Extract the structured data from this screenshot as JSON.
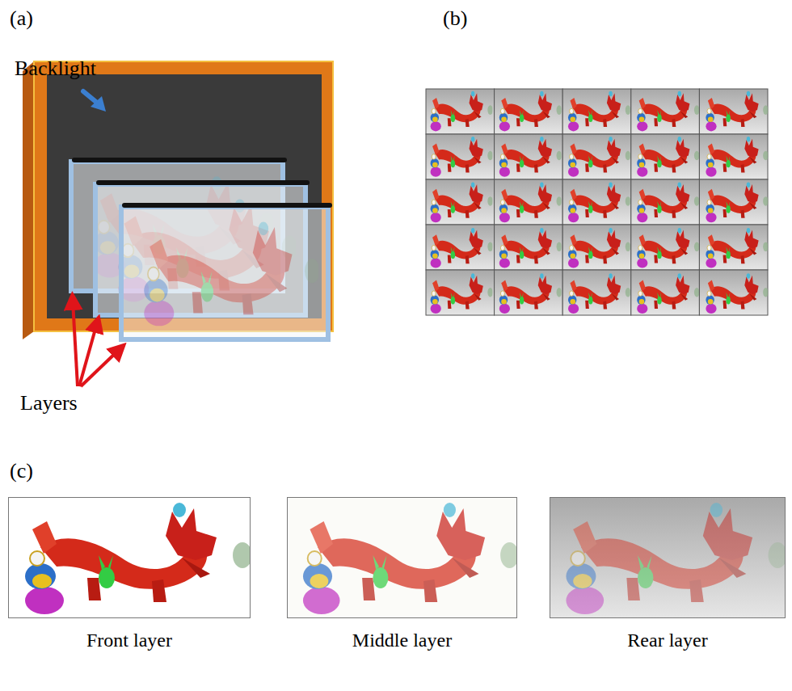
{
  "diagram": {
    "nodes": [
      {
        "text": [
          "Front layer"
        ]
      },
      {
        "text": [
          "Middle layer"
        ]
      },
      {
        "text": [
          "Rear layer"
        ]
      }
    ],
    "labels": [
      "(a)",
      "(b)",
      "(c)",
      "Backlight",
      "Layers"
    ]
  }
}
